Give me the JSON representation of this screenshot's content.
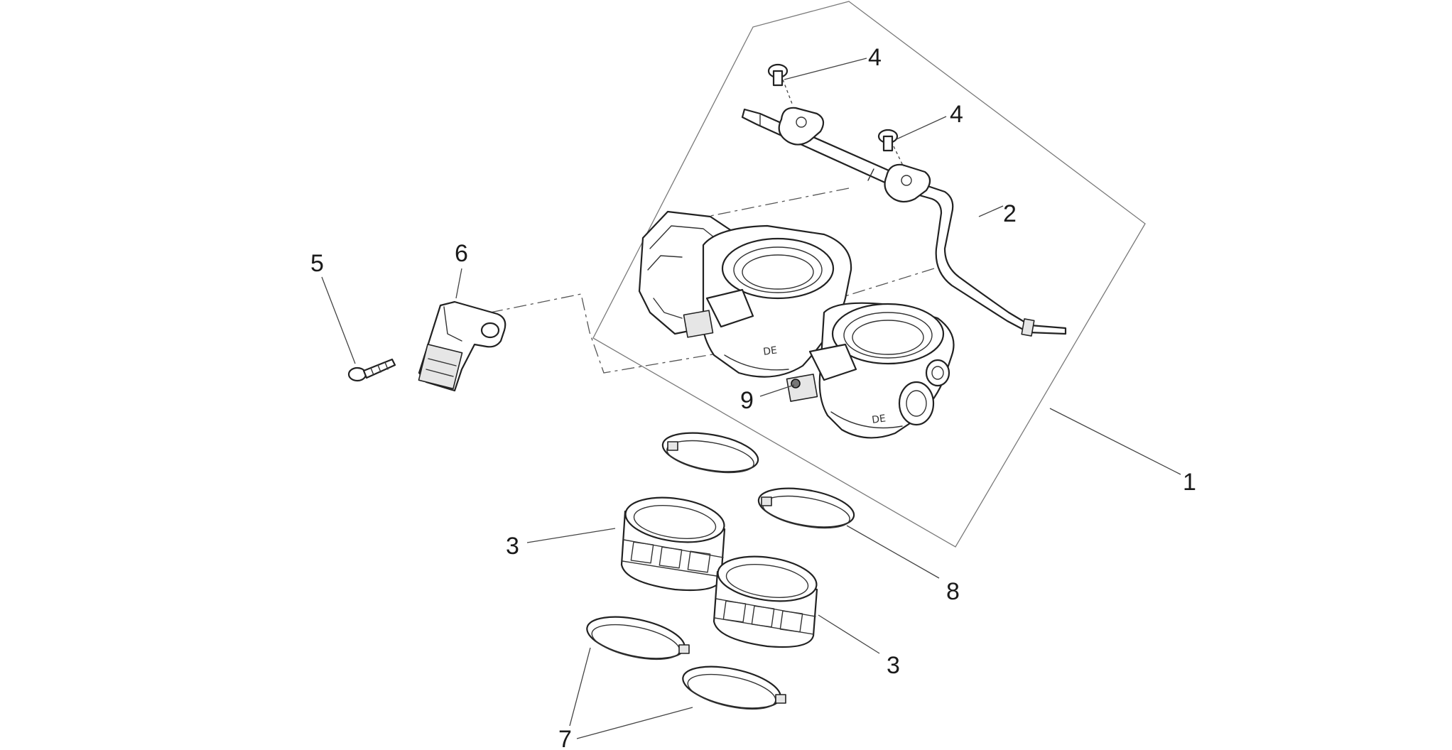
{
  "diagram": {
    "callouts": [
      {
        "id": "callout-1",
        "text": "1"
      },
      {
        "id": "callout-2",
        "text": "2"
      },
      {
        "id": "callout-3a",
        "text": "3"
      },
      {
        "id": "callout-3b",
        "text": "3"
      },
      {
        "id": "callout-4a",
        "text": "4"
      },
      {
        "id": "callout-4b",
        "text": "4"
      },
      {
        "id": "callout-5",
        "text": "5"
      },
      {
        "id": "callout-6",
        "text": "6"
      },
      {
        "id": "callout-7",
        "text": "7"
      },
      {
        "id": "callout-8",
        "text": "8"
      },
      {
        "id": "callout-9",
        "text": "9"
      }
    ],
    "style": {
      "line_color": "#222222",
      "frame_color": "#7a7a7a",
      "background": "#ffffff"
    }
  }
}
